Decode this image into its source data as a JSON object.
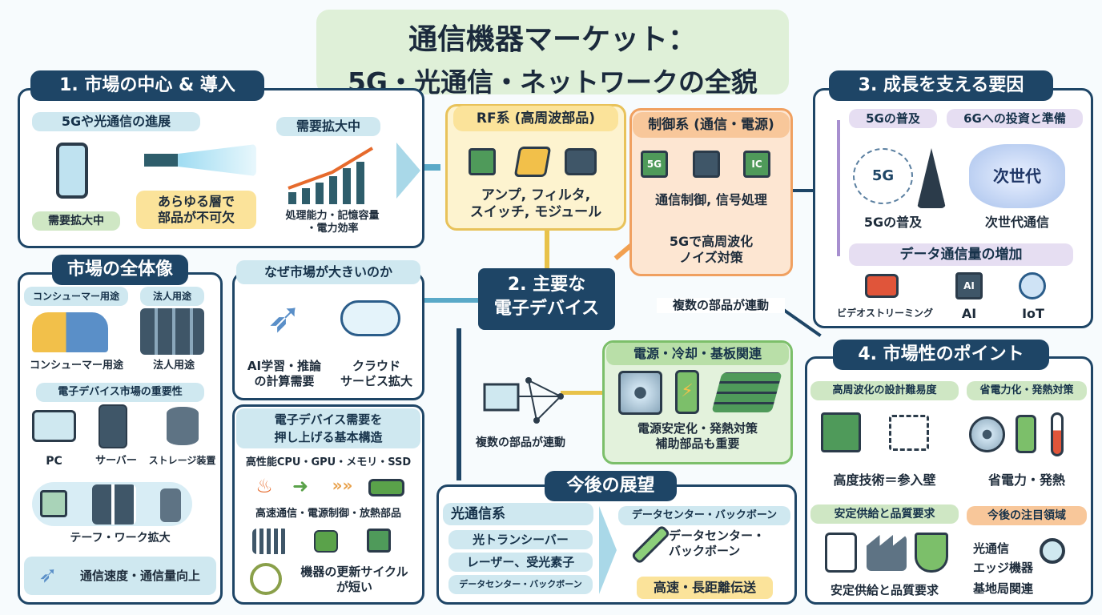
{
  "title": {
    "line1": "通信機器マーケット：",
    "line2": "5G・光通信・ネットワークの全貌"
  },
  "section1": {
    "header": "1. 市場の中心 & 導入",
    "progress_label": "5Gや光通信の進展",
    "demand_left": "需要拡大中",
    "center_label": "あらゆる層で\n部品が不可欠",
    "demand_right": "需要拡大中",
    "metrics": "処理能力・記憶容量\n・電力効率"
  },
  "rf": {
    "header": "RF系 (高周波部品)",
    "items": "アンプ, フィルタ,\nスイッチ, モジュール"
  },
  "control": {
    "header": "制御系 (通信・電源)",
    "chip1": "5G",
    "chip2": "IC",
    "label": "通信制御, 信号処理",
    "note": "5Gで高周波化\nノイズ対策"
  },
  "section3": {
    "header": "3. 成長を支える要因",
    "sub1": "5Gの普及",
    "sub2": "6Gへの投資と準備",
    "net_label": "5G",
    "caption1": "5Gの普及",
    "next_gen": "次世代",
    "caption2": "次世代通信",
    "sub3": "データ通信量の増加",
    "items": [
      "ビデオストリーミング",
      "AI",
      "IoT"
    ]
  },
  "center": {
    "label": "2. 主要な\n電子デバイス",
    "link": "複数の部品が連動"
  },
  "overview": {
    "header": "市場の全体像",
    "tag_consumer": "コンシューマー用途",
    "tag_corporate": "法人用途",
    "cap_consumer": "コンシューマー用途",
    "cap_corporate": "法人用途",
    "importance": "電子デバイス市場の重要性",
    "devices": [
      "PC",
      "サーバー",
      "ストレージ装置"
    ],
    "expand": "テーフ・ワーク拡大",
    "speed": "通信速度・通信量向上"
  },
  "why": {
    "header": "なぜ市場が大きいのか",
    "item1": "AI学習・推論\nの計算需要",
    "item2": "クラウド\nサービス拡大"
  },
  "structure": {
    "header": "電子デバイス需要を\n押し上げる基本構造",
    "line1": "高性能CPU・GPU・メモリ・SSD",
    "line2": "高速通信・電源制御・放熱部品",
    "cycle": "機器の更新サイクル\nが短い"
  },
  "multi": {
    "caption": "複数の部品が連動"
  },
  "power": {
    "header": "電源・冷却・基板関連",
    "note": "電源安定化・発熱対策\n補助部品も重要"
  },
  "outlook": {
    "header": "今後の展望",
    "left_title": "光通信系",
    "left_items": [
      "光トランシーバー",
      "レーザー、受光素子",
      "データセンター・バックボーン"
    ],
    "right_title": "データセンター・バックボーン",
    "right_text": "データセンター・\nバックボーン",
    "result": "高速・長距離伝送"
  },
  "section4": {
    "header": "4. 市場性のポイント",
    "q1": "高周波化の設計難易度",
    "q1_cap": "高度技術＝参入壁",
    "q2": "省電力化・発熱対策",
    "q2_cap": "省電力・発熱",
    "q3": "安定供給と品質要求",
    "q3_cap": "安定供給と品質要求",
    "q4": "今後の注目領域",
    "q4_items": [
      "光通信",
      "エッジ機器",
      "基地局関連"
    ]
  },
  "colors": {
    "navy": "#1e4566",
    "light_blue": "#cfe8f0",
    "yellow": "#fdf3cf",
    "orange": "#fde6d2",
    "green": "#e3f2dc",
    "purple": "#e6def2"
  }
}
